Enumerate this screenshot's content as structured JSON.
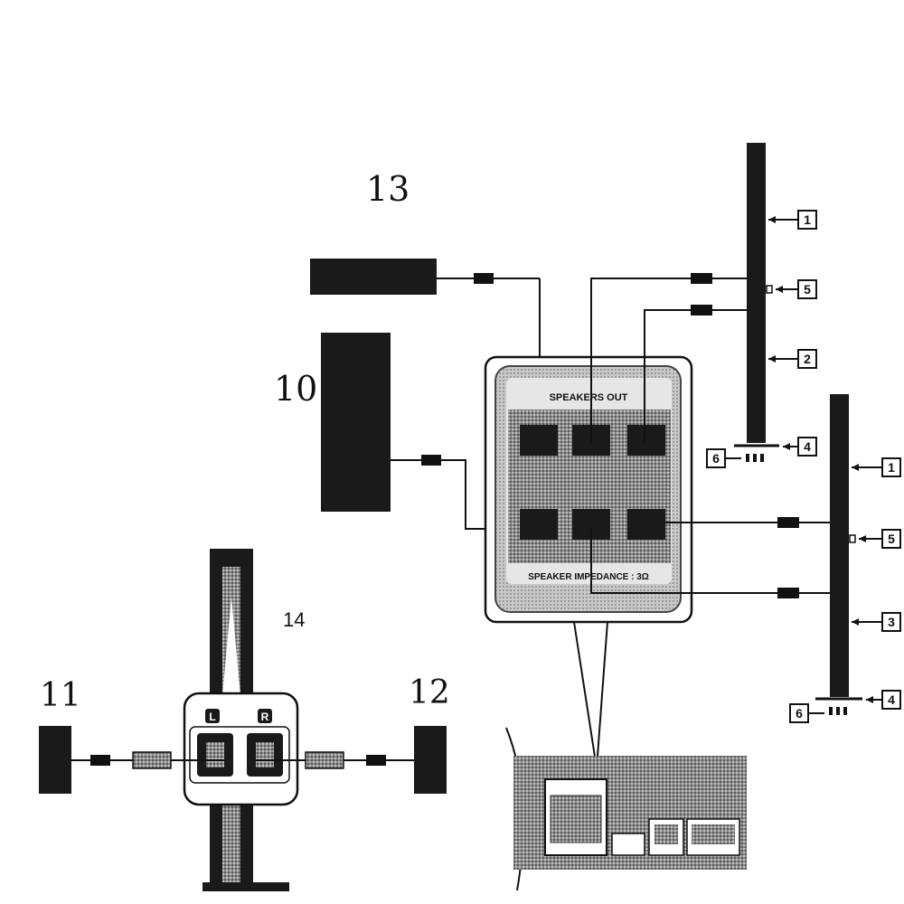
{
  "handwritten_labels": {
    "center_speaker": "13",
    "subwoofer": "10",
    "front_left": "11",
    "front_right": "12",
    "tower": "14"
  },
  "panel": {
    "title": "SPEAKERS OUT",
    "impedance": "SPEAKER IMPEDANCE : 3Ω"
  },
  "tower_jacks": {
    "left": "L",
    "right": "R"
  },
  "callouts_upper": [
    "1",
    "5",
    "2",
    "4",
    "6"
  ],
  "callouts_lower": [
    "1",
    "5",
    "3",
    "4",
    "6"
  ],
  "colors": {
    "ink": "#111111",
    "dither": "#9a9a9a",
    "panel_bg": "#cfcfcf"
  }
}
